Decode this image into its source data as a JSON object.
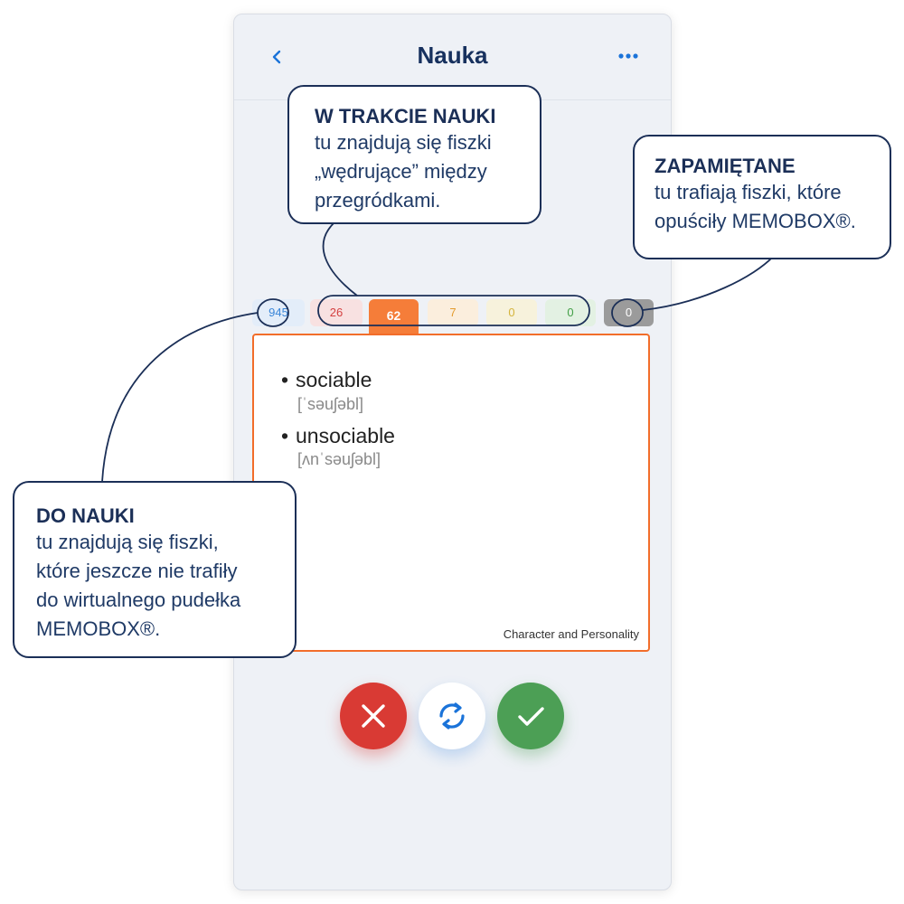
{
  "header": {
    "title": "Nauka",
    "back_icon": "chevron-left-icon",
    "more_icon": "more-dots-icon"
  },
  "boxes": [
    {
      "count": "945",
      "bg": "#e3edf9",
      "color": "#3a86d8"
    },
    {
      "count": "26",
      "bg": "#f8e1e1",
      "color": "#d44040"
    },
    {
      "count": "62",
      "bg": "#f57d39",
      "color": "#ffffff",
      "active": true
    },
    {
      "count": "7",
      "bg": "#fbeedd",
      "color": "#e39b2e"
    },
    {
      "count": "0",
      "bg": "#f7f2dc",
      "color": "#d5b43c"
    },
    {
      "count": "0",
      "bg": "#e3f1e3",
      "color": "#43a047"
    },
    {
      "count": "0",
      "bg": "#9b9b9b",
      "color": "#ffffff"
    }
  ],
  "card": {
    "words": [
      {
        "word": "sociable",
        "phonetic": "[ˈsəuʃəbl]"
      },
      {
        "word": "unsociable",
        "phonetic": "[ʌnˈsəuʃəbl]"
      }
    ],
    "category": "Character and Personality"
  },
  "actions": {
    "wrong_icon": "close-icon",
    "flip_icon": "refresh-icon",
    "correct_icon": "check-icon",
    "wrong_color": "#d93a34",
    "correct_color": "#4c9f55"
  },
  "callouts": {
    "in_progress": {
      "title": "W TRAKCIE NAUKI",
      "lines": [
        "tu znajdują się fiszki",
        "„wędrujące” między",
        "przegródkami."
      ]
    },
    "memorized": {
      "title": "ZAPAMIĘTANE",
      "lines": [
        "tu trafiają fiszki, które",
        "opuściły MEMOBOX®."
      ]
    },
    "to_learn": {
      "title": "DO NAUKI",
      "lines": [
        "tu znajdują się fiszki,",
        "które jeszcze nie trafiły",
        "do wirtualnego pudełka",
        "MEMOBOX®."
      ]
    }
  },
  "colors": {
    "accent_blue": "#1a73d9",
    "navy": "#1b2f57",
    "card_border": "#f26d2a"
  }
}
